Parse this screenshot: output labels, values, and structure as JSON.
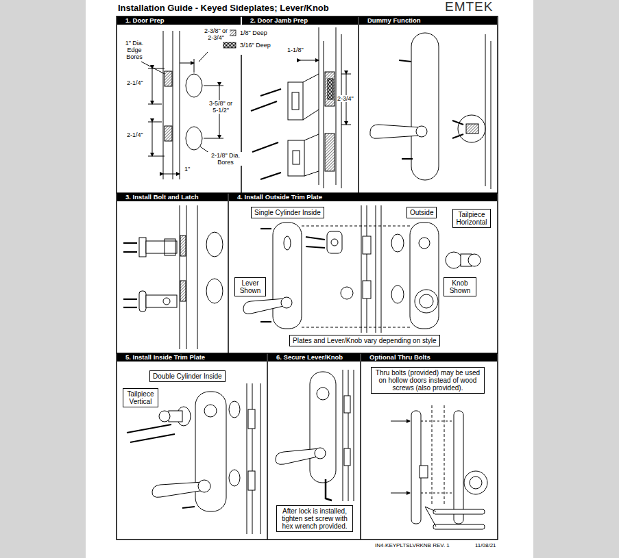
{
  "diagram": {
    "title": "Installation Guide - Keyed Sideplates; Lever/Knob",
    "nodes": [
      {
        "text": [
          "1. Door Prep"
        ]
      },
      {
        "text": [
          "2. Door Jamb Prep"
        ]
      },
      {
        "text": [
          "Dummy Function"
        ]
      },
      {
        "text": [
          "3. Install Bolt and Latch"
        ]
      },
      {
        "text": [
          "4. Install Outside Trim Plate"
        ]
      },
      {
        "text": [
          "Single Cylinder Inside"
        ],
        "in": 4
      },
      {
        "text": [
          "Outside"
        ],
        "in": 4
      },
      {
        "text": [
          "Tailpiece Horizontal"
        ],
        "in": 4
      },
      {
        "text": [
          "Lever Shown"
        ],
        "in": 4
      },
      {
        "text": [
          "Knob Shown"
        ],
        "in": 4
      },
      {
        "text": [
          "Plates and Lever/Knob vary depending on style"
        ],
        "in": 4
      },
      {
        "text": [
          "5. Install Inside Trim Plate"
        ]
      },
      {
        "text": [
          "Double Cylinder Inside"
        ],
        "in": 11
      },
      {
        "text": [
          "Tailpiece Vertical"
        ],
        "in": 11
      },
      {
        "text": [
          "6. Secure Lever/Knob"
        ]
      },
      {
        "text": [
          "After lock is installed, tighten set screw with hex wrench provided."
        ],
        "in": 14
      },
      {
        "text": [
          "Optional Thru Bolts"
        ]
      },
      {
        "text": [
          "Thru bolts (provided) may be used on hollow doors instead of wood screws (also provided)."
        ],
        "in": 16
      }
    ],
    "labels": [
      "EMTEK",
      "1\" Dia. Edge Bores",
      "2-3/8\" or 2-3/4\"",
      "2-1/4\"",
      "2-1/4\"",
      "3-5/8\" or 5-1/2\"",
      "2-1/8\" Dia. Bores",
      "1\"",
      "1-1/8\"",
      "2-3/4\"",
      "IN4-KEYPLTSLVRKNB REV. 1",
      "11/08/21"
    ],
    "legend": [
      {
        "text": "1/8\" Deep"
      },
      {
        "text": "3/16\" Deep"
      }
    ]
  }
}
